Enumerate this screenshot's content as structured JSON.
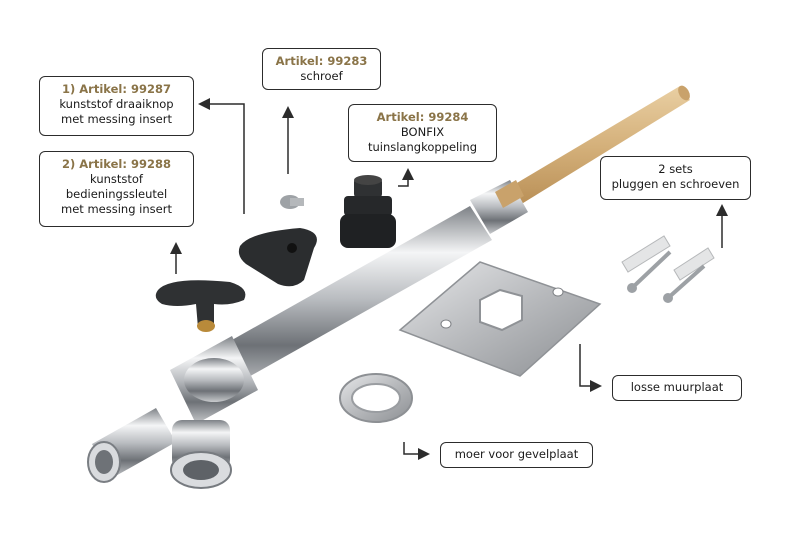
{
  "colors": {
    "article_gold": "#8a7448",
    "border": "#2c2c2c",
    "text": "#1a1a1a"
  },
  "callouts": {
    "art_99283": {
      "heading": "Artikel: 99283",
      "lines": [
        "schroef"
      ]
    },
    "art_99287": {
      "heading": "1) Artikel: 99287",
      "lines": [
        "kunststof draaiknop",
        "met messing insert"
      ]
    },
    "art_99284": {
      "heading": "Artikel: 99284",
      "lines": [
        "BONFIX",
        "tuinslangkoppeling"
      ]
    },
    "art_99288": {
      "heading": "2) Artikel: 99288",
      "lines": [
        "kunststof",
        "bedieningssleutel",
        "met messing insert"
      ]
    },
    "sets": {
      "lines": [
        "2 sets",
        "pluggen en schroeven"
      ]
    },
    "muurplaat": {
      "lines": [
        "losse muurplaat"
      ]
    },
    "moer": {
      "lines": [
        "moer voor gevelplaat"
      ]
    }
  },
  "icons": [
    "arrow-icon"
  ]
}
